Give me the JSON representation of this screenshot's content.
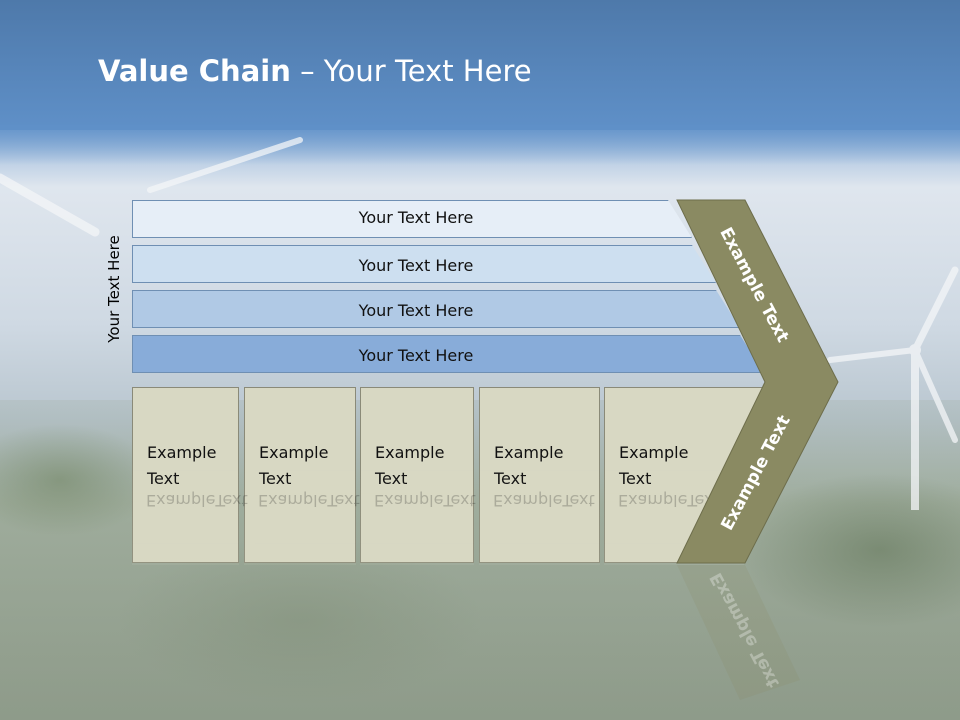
{
  "title": {
    "bold": "Value Chain",
    "rest": " – Your Text Here"
  },
  "side_label": "Your Text Here",
  "bars": [
    {
      "label": "Your Text Here",
      "color": "#e6eef7"
    },
    {
      "label": "Your Text Here",
      "color": "#cddff0"
    },
    {
      "label": "Your Text Here",
      "color": "#b0c9e5"
    },
    {
      "label": "Your Text Here",
      "color": "#88acd9"
    }
  ],
  "boxes": [
    {
      "line1": "Example",
      "line2": "Text"
    },
    {
      "line1": "Example",
      "line2": "Text"
    },
    {
      "line1": "Example",
      "line2": "Text"
    },
    {
      "line1": "Example",
      "line2": "Text"
    },
    {
      "line1": "Example",
      "line2": "Text"
    }
  ],
  "chevron": {
    "upper_text": "Example Text",
    "lower_text": "Example Text",
    "color": "#8a8a62"
  }
}
